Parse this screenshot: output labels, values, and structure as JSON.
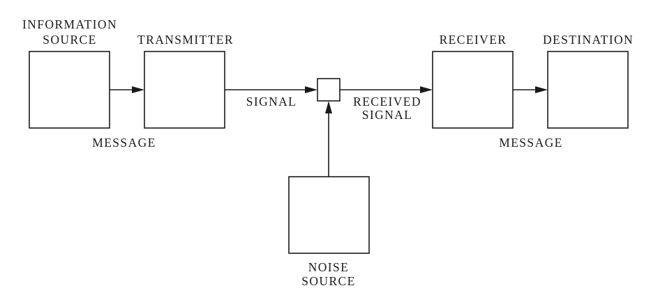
{
  "blocks": {
    "information_source": {
      "line1": "INFORMATION",
      "line2": "SOURCE"
    },
    "transmitter": {
      "label": "TRANSMITTER"
    },
    "receiver": {
      "label": "RECEIVER"
    },
    "destination": {
      "label": "DESTINATION"
    },
    "noise_source": {
      "line1": "NOISE",
      "line2": "SOURCE"
    }
  },
  "signals": {
    "message_left": "MESSAGE",
    "signal": "SIGNAL",
    "received_signal_line1": "RECEIVED",
    "received_signal_line2": "SIGNAL",
    "message_right": "MESSAGE"
  }
}
